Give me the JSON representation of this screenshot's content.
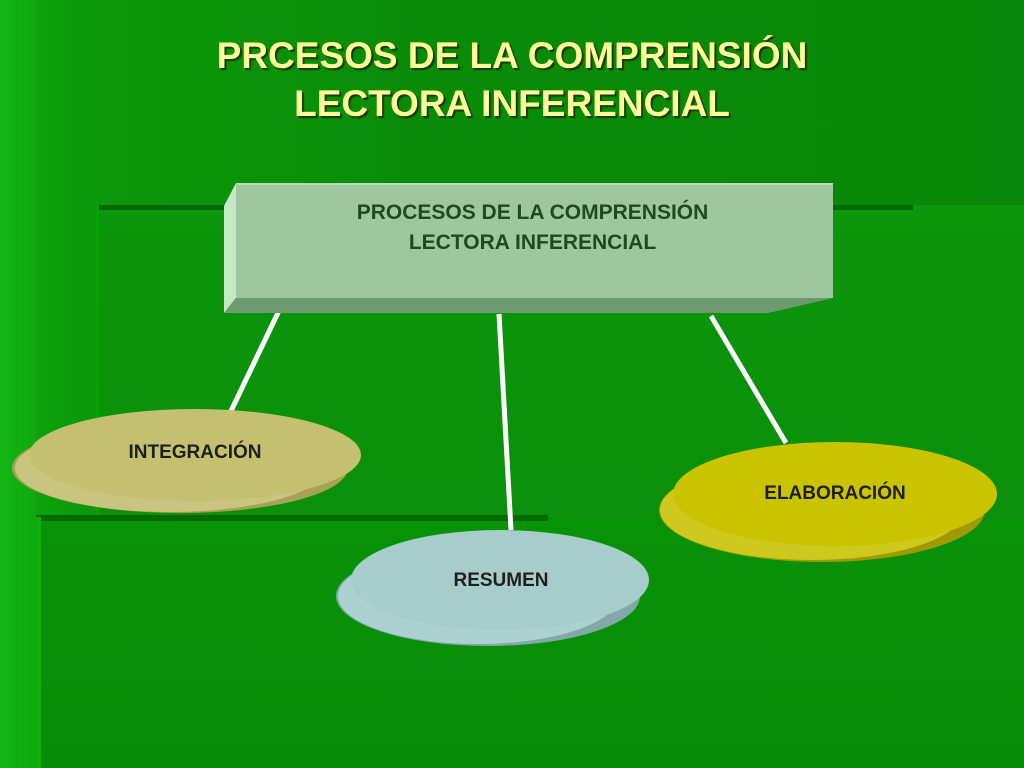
{
  "slide": {
    "title": "PRCESOS DE LA COMPRENSIÓN\nLECTORA INFERENCIAL"
  },
  "diagram": {
    "root": {
      "label": "PROCESOS DE LA COMPRENSIÓN\nLECTORA INFERENCIAL",
      "color": "#9fc79f"
    },
    "children": [
      {
        "label": "INTEGRACIÓN",
        "color": "#c4c070"
      },
      {
        "label": "RESUMEN",
        "color": "#a8cccc"
      },
      {
        "label": "ELABORACIÓN",
        "color": "#c9c300"
      }
    ]
  },
  "colors": {
    "background": "#088c08",
    "title_text": "#ffff99",
    "connector": "#ffffff"
  }
}
